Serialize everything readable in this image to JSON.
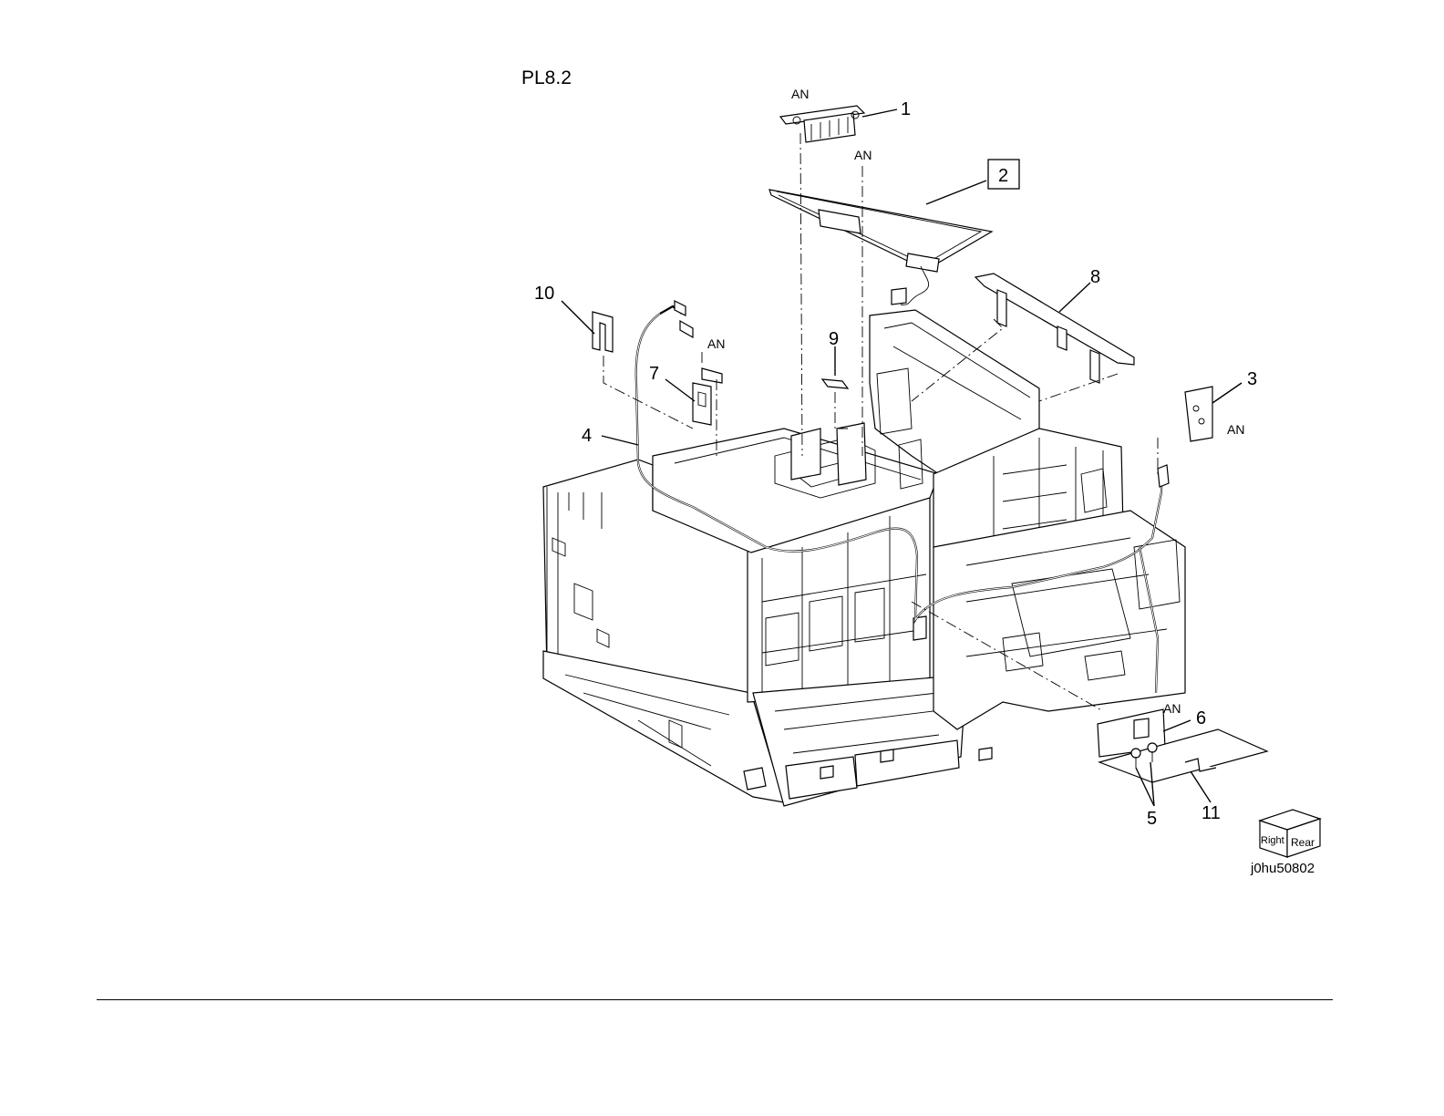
{
  "page_title": "PL8.2",
  "image_id": "j0hu50802",
  "annotation_label": "AN",
  "callouts": {
    "c1": "1",
    "c2": "2",
    "c3": "3",
    "c4": "4",
    "c5": "5",
    "c6": "6",
    "c7": "7",
    "c8": "8",
    "c9": "9",
    "c10": "10",
    "c11": "11"
  },
  "orientation_cube": {
    "right_label": "Right",
    "rear_label": "Rear"
  }
}
